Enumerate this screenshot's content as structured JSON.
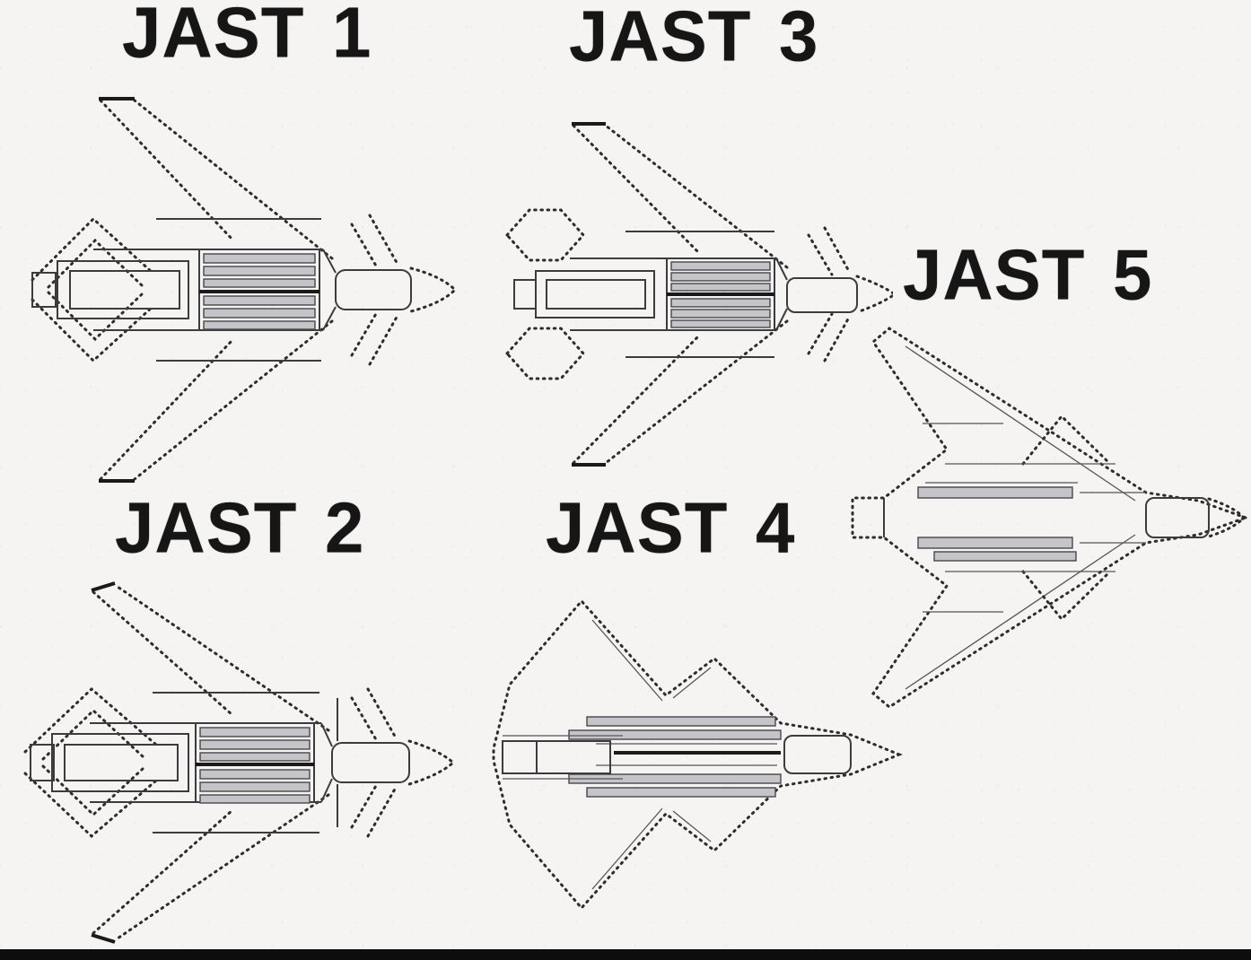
{
  "figure": {
    "description": "Five JAST aircraft concept planform line drawings, top view, noses pointing right",
    "labels": {
      "jast1": "JAST 1",
      "jast3": "JAST 3",
      "jast5": "JAST 5",
      "jast2": "JAST 2",
      "jast4": "JAST 4"
    },
    "colors": {
      "background": "#f5f4f2",
      "line_ink": "#2d2d2d",
      "label_ink": "#161616",
      "detail_fill": "#c5c5c9",
      "bottom_rule": "#0d0d0d"
    }
  }
}
